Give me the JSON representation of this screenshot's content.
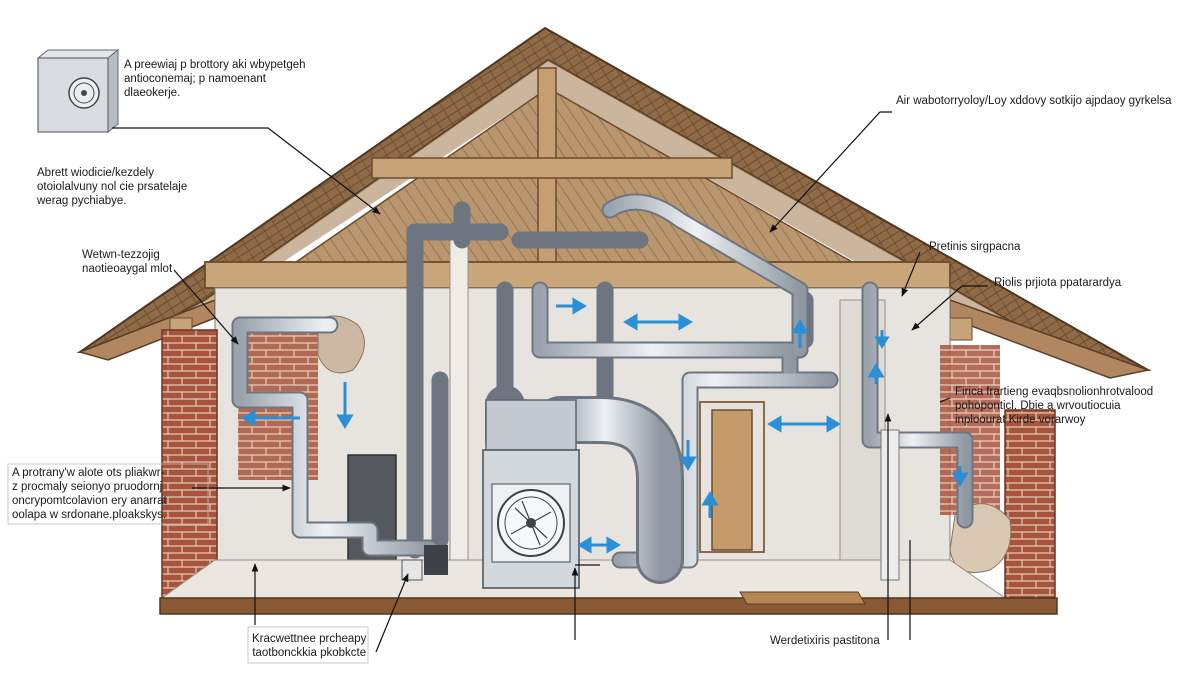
{
  "labels": {
    "unit_note": {
      "lines": [
        "A preewiaj p brottory aki wbypetgeh",
        "antioconemaj; p namoenant",
        "dlaeokerje."
      ]
    },
    "roof_note": {
      "lines": [
        "Abrett wiodicie/kezdely",
        "otoiolalvuny nol cie prsatelaje",
        "werag pychiabye."
      ]
    },
    "wall_note": {
      "lines": [
        "Wetwn-tezzojig",
        "naotieoaygal mlot"
      ]
    },
    "left_mid_note": {
      "lines": [
        "A protrany'w alote ots pliakwr-",
        "z procmaly seionyo pruodornj",
        "oncrypomtcolavion ery anarrat",
        "oolapa w srdonane.ploakskys."
      ]
    },
    "bottom_left_note": {
      "lines": [
        "Kracwettnee prcheapy",
        "taotbonckkia pkobkcte"
      ]
    },
    "top_right_note": {
      "lines": [
        "Air wabotorryoloy/Loy xddovy sotkijo ajpdaoy gyrkelsa"
      ]
    },
    "pipe_label": {
      "lines": [
        "Pretinis sirgpacna"
      ]
    },
    "right_top_note": {
      "lines": [
        "Riolis prjiota ppatarardya"
      ]
    },
    "right_mid_note": {
      "lines": [
        "Firica frartieng evaqbsnolionhrotvalood",
        "pohoponticl, Dbie a wrvoutiocuia",
        "inploourat Kirde vorarwoy"
      ]
    },
    "bottom_center_note": {
      "lines": [
        "Werdetixiris pastitona"
      ]
    }
  },
  "colors": {
    "roof": "#8a6a48",
    "timber": "#c7a478",
    "brick": "#a8533c",
    "duct": "#cfd5dc",
    "arrow": "#2a8fd6",
    "wall": "#e7e4df"
  },
  "icons": {
    "outdoor_unit": "outdoor-unit-icon",
    "hvac_unit": "air-handler-icon",
    "flow_arrow": "airflow-arrow-icon"
  }
}
